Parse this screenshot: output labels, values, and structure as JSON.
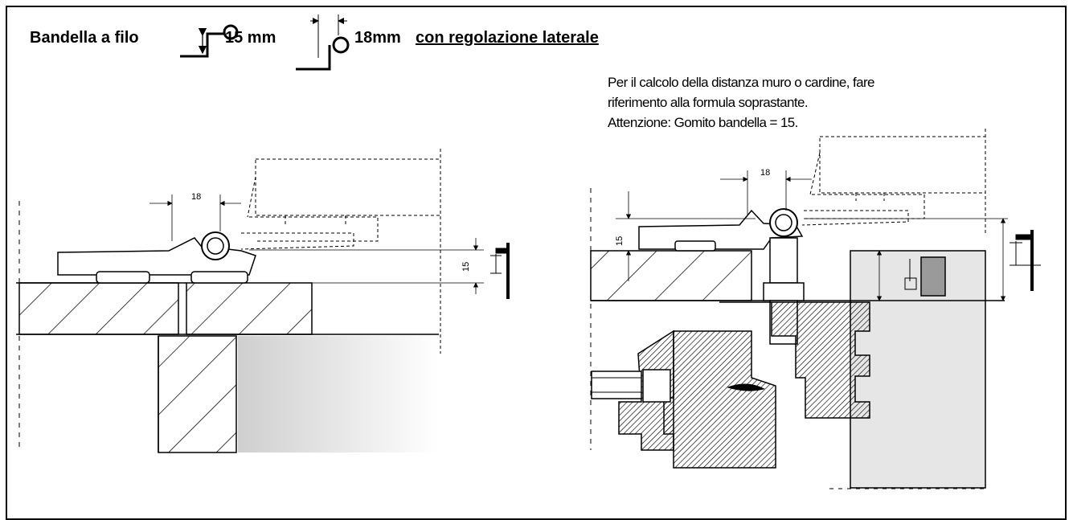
{
  "header": {
    "text_a": "Bandella a filo",
    "text_b": "15 mm",
    "text_c": "18mm",
    "text_d": "con regolazione laterale"
  },
  "note": {
    "line1": "Per il calcolo della distanza muro o cardine, fare",
    "line2": "riferimento alla formula soprastante.",
    "line3": "Attenzione: Gomito bandella = 15."
  },
  "dimensions": {
    "left_width": "18",
    "left_height": "15",
    "right_width": "18",
    "right_height": "15"
  },
  "colors": {
    "line": "#000000",
    "wall_gray": "#e6e6e6",
    "hinge_gray": "#9a9a9a"
  }
}
